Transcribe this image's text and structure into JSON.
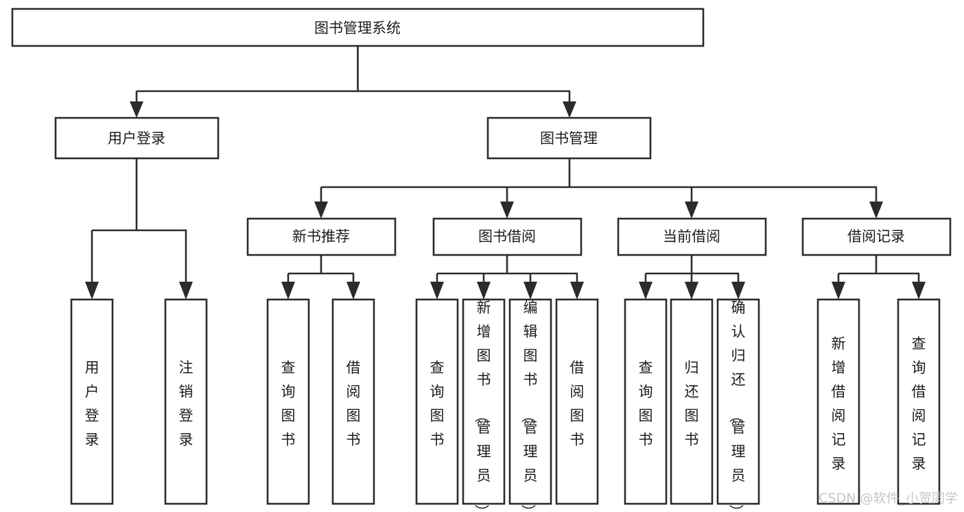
{
  "diagram": {
    "title_node": {
      "id": "root",
      "label": "图书管理系统",
      "orientation": "horizontal"
    },
    "level2": [
      {
        "id": "user-login",
        "label": "用户登录",
        "orientation": "horizontal"
      },
      {
        "id": "book-manage",
        "label": "图书管理",
        "orientation": "horizontal"
      }
    ],
    "level3": [
      {
        "id": "new-book-recommend",
        "label": "新书推荐",
        "orientation": "horizontal"
      },
      {
        "id": "book-borrow",
        "label": "图书借阅",
        "orientation": "horizontal"
      },
      {
        "id": "current-borrow",
        "label": "当前借阅",
        "orientation": "horizontal"
      },
      {
        "id": "borrow-record",
        "label": "借阅记录",
        "orientation": "horizontal"
      }
    ],
    "leaves": {
      "user-login": [
        {
          "id": "leaf-user-login",
          "label": "用户登录",
          "orientation": "vertical"
        },
        {
          "id": "leaf-logout",
          "label": "注销登录",
          "orientation": "vertical"
        }
      ],
      "new-book-recommend": [
        {
          "id": "leaf-query-book-1",
          "label": "查询图书",
          "orientation": "vertical"
        },
        {
          "id": "leaf-borrow-book-1",
          "label": "借阅图书",
          "orientation": "vertical"
        }
      ],
      "book-borrow": [
        {
          "id": "leaf-query-book-2",
          "label": "查询图书",
          "orientation": "vertical"
        },
        {
          "id": "leaf-add-book",
          "label": "新增图书（管理员）",
          "orientation": "vertical"
        },
        {
          "id": "leaf-edit-book",
          "label": "编辑图书（管理员）",
          "orientation": "vertical"
        },
        {
          "id": "leaf-borrow-book-2",
          "label": "借阅图书",
          "orientation": "vertical"
        }
      ],
      "current-borrow": [
        {
          "id": "leaf-query-book-3",
          "label": "查询图书",
          "orientation": "vertical"
        },
        {
          "id": "leaf-return-book",
          "label": "归还图书",
          "orientation": "vertical"
        },
        {
          "id": "leaf-confirm-return",
          "label": "确认归还（管理员）",
          "orientation": "vertical"
        }
      ],
      "borrow-record": [
        {
          "id": "leaf-add-record",
          "label": "新增借阅记录",
          "orientation": "vertical"
        },
        {
          "id": "leaf-query-record",
          "label": "查询借阅记录",
          "orientation": "vertical"
        }
      ]
    },
    "colors": {
      "stroke": "#2b2b2b",
      "box_fill": "#ffffff",
      "text": "#1c1c1c",
      "background": "#ffffff",
      "watermark": "#c6c6c6"
    }
  },
  "watermark": {
    "label": "CSDN @软件_小贺同学"
  }
}
